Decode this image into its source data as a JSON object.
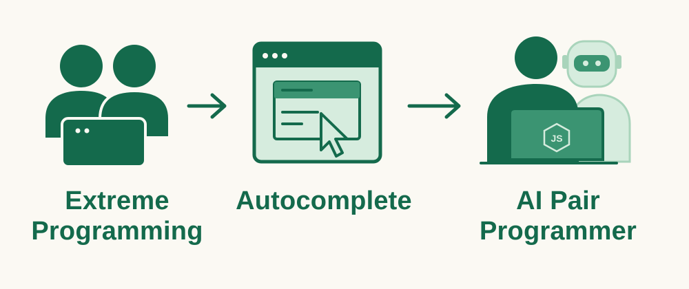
{
  "stages": [
    {
      "line1": "Extreme",
      "line2": "Programming",
      "icon": "pair-programmers-laptop-icon"
    },
    {
      "line1": "Autocomplete",
      "line2": "",
      "icon": "code-window-cursor-icon"
    },
    {
      "line1": "AI Pair",
      "line2": "Programmer",
      "icon": "developer-robot-laptop-icon"
    }
  ],
  "laptop_badge": "JS",
  "colors": {
    "primary": "#146a4c",
    "accent": "#3b9472",
    "light": "#d6ecde",
    "robot": "#c9e6d5",
    "background": "#fbf9f3"
  }
}
